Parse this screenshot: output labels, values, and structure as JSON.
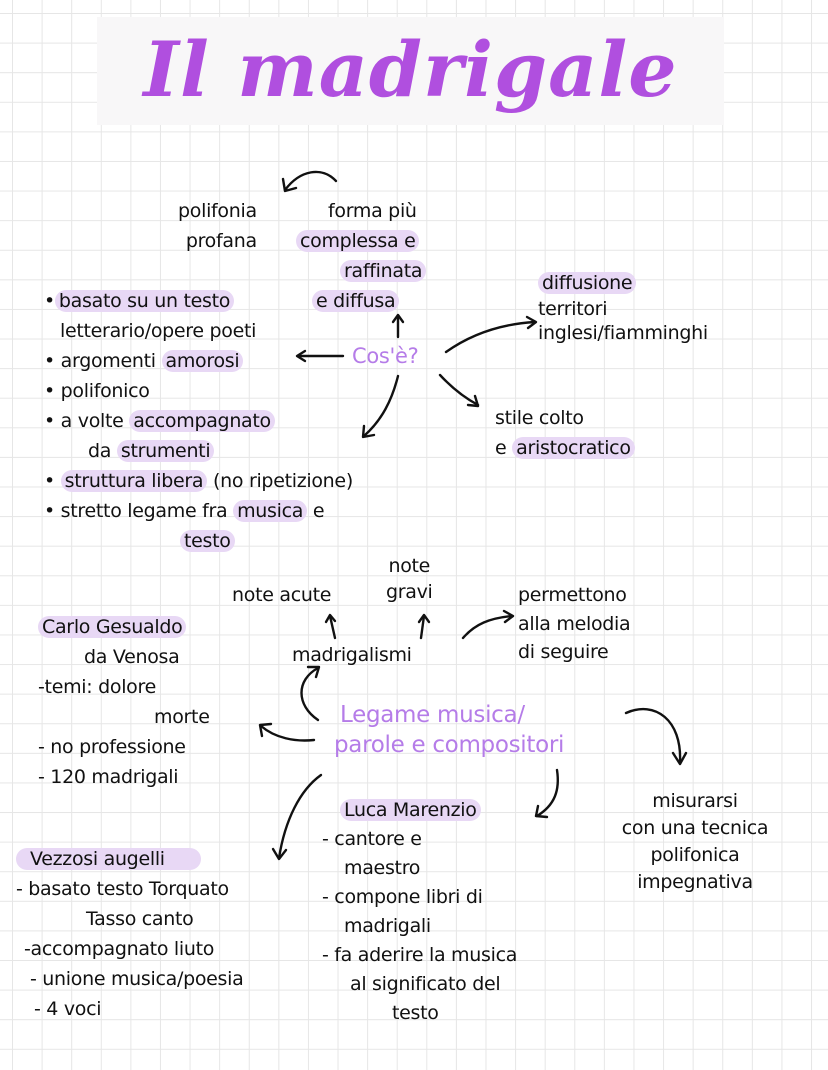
{
  "title": "Il madrigale",
  "colors": {
    "title": "#b04fdf",
    "highlight": "#e8d8f5",
    "central_topic": "#b57ce8",
    "ink": "#111111",
    "grid": "#e6e6e6"
  },
  "section1": {
    "central": "Cos'è?",
    "polifonia": [
      "polifonia",
      "profana"
    ],
    "forma": {
      "lines": [
        "forma più",
        "complessa e",
        "raffinata",
        "e diffusa"
      ]
    },
    "features": [
      {
        "bullet": "•",
        "lines": [
          "basato su un testo",
          "letterario/opere poeti"
        ]
      },
      {
        "bullet": "•",
        "lines": [
          "argomenti amorosi"
        ]
      },
      {
        "bullet": "•",
        "lines": [
          "polifonico"
        ]
      },
      {
        "bullet": "•",
        "lines": [
          "a volte accompagnato",
          "da strumenti"
        ]
      },
      {
        "bullet": "•",
        "lines": [
          "struttura libera (no ripetizione)"
        ]
      },
      {
        "bullet": "•",
        "lines": [
          "stretto legame fra musica e",
          "testo"
        ]
      }
    ],
    "diffusione": [
      "diffusione",
      "territori",
      "inglesi/fiamminghi"
    ],
    "stile": [
      "stile colto",
      "e aristocratico"
    ]
  },
  "section2": {
    "central": [
      "Legame musica/",
      "parole e compositori"
    ],
    "madrigalismi": {
      "label": "madrigalismi",
      "note_acute": "note acute",
      "note_gravi": [
        "note",
        "gravi"
      ],
      "permettono": [
        "permettono",
        "alla melodia",
        "di seguire"
      ]
    },
    "gesualdo": {
      "name": "Carlo Gesualdo",
      "lines": [
        "da Venosa",
        "-temi: dolore",
        "morte",
        "- no professione",
        "- 120 madrigali"
      ]
    },
    "marenzio": {
      "name": "Luca Marenzio",
      "lines": [
        "- cantore e",
        "maestro",
        "- compone libri di",
        "madrigali",
        "- fa aderire la musica",
        "al significato del",
        "testo"
      ]
    },
    "vezzosi": {
      "name": "Vezzosi augelli",
      "lines": [
        "- basato testo Torquato",
        "Tasso canto",
        "-accompagnato liuto",
        "- unione musica/poesia",
        "- 4 voci"
      ]
    },
    "misurarsi": [
      "misurarsi",
      "con una tecnica",
      "polifonica",
      "impegnativa"
    ]
  }
}
